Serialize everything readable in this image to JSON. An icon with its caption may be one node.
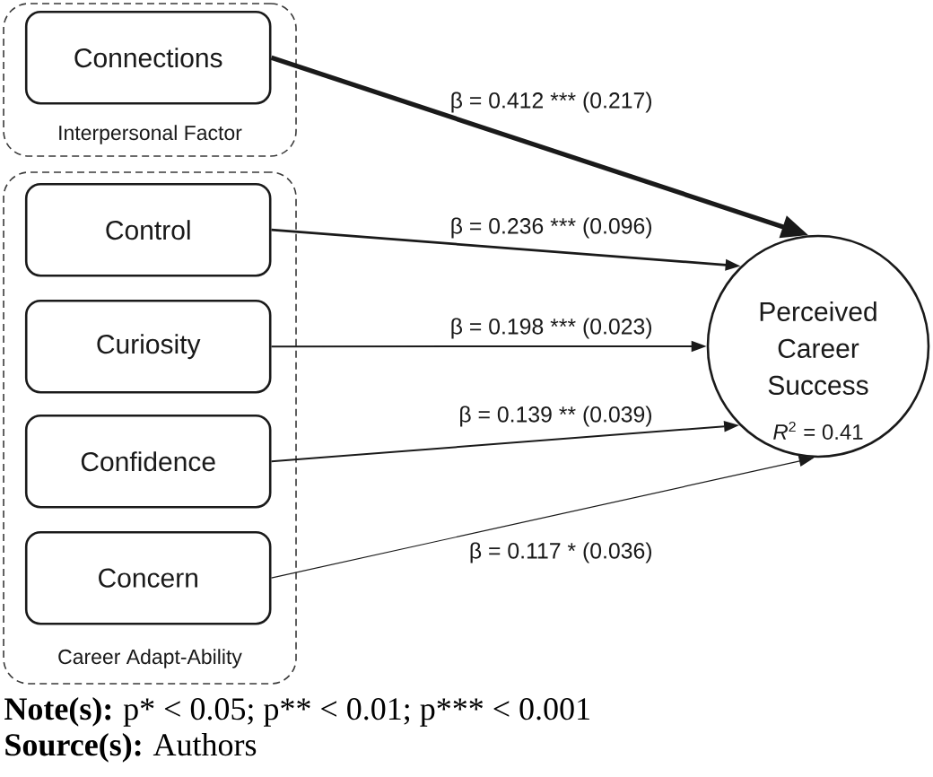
{
  "diagram": {
    "nodes": [
      {
        "text": [
          "Interpersonal Factor"
        ]
      },
      {
        "text": [
          "Connections"
        ],
        "in": 0
      },
      {
        "text": [
          "Career Adapt-Ability"
        ]
      },
      {
        "text": [
          "Control"
        ],
        "in": 2
      },
      {
        "text": [
          "Curiosity"
        ],
        "in": 2
      },
      {
        "text": [
          "Confidence"
        ],
        "in": 2
      },
      {
        "text": [
          "Concern"
        ],
        "in": 2
      },
      {
        "text": [
          "Perceived Career Success",
          "*R*$^{2}$ = 0.41"
        ]
      }
    ],
    "edges": [
      {
        "from": 1,
        "to": 7,
        "arrow": "to",
        "style": "thick",
        "label": "β = 0.412 *** (0.217)"
      },
      {
        "from": 3,
        "to": 7,
        "arrow": "to",
        "label": "β = 0.236 *** (0.096)"
      },
      {
        "from": 4,
        "to": 7,
        "arrow": "to",
        "label": "β = 0.198 *** (0.023)"
      },
      {
        "from": 5,
        "to": 7,
        "arrow": "to",
        "label": "β = 0.139 ** (0.039)"
      },
      {
        "from": 6,
        "to": 7,
        "arrow": "to",
        "label": "β = 0.117 * (0.036)"
      }
    ],
    "labels": [
      "Note(s):",
      "p* < 0.05; p** < 0.01; p*** < 0.001",
      "Source(s):",
      "Authors"
    ]
  }
}
